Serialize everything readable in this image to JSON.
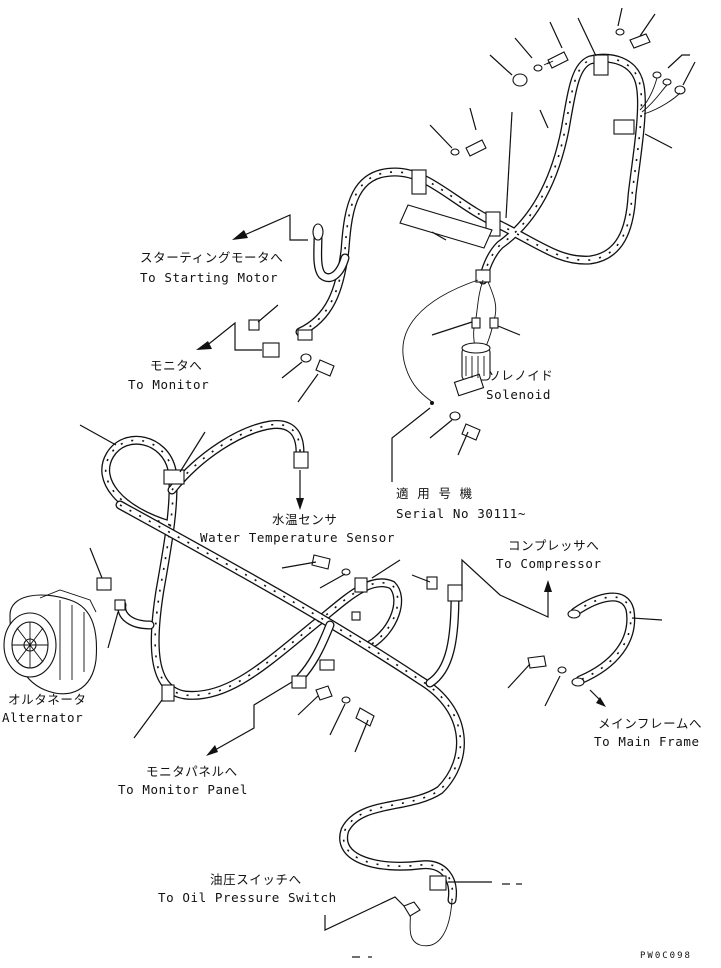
{
  "labels": {
    "starting_motor_jp": "スターティングモータへ",
    "starting_motor_en": "To Starting Motor",
    "monitor_jp": "モニタへ",
    "monitor_en": "To Monitor",
    "solenoid_jp": "ソレノイド",
    "solenoid_en": "Solenoid",
    "serial_jp": "適 用 号 機",
    "serial_en": "Serial No 30111~",
    "water_temp_jp": "水温センサ",
    "water_temp_en": "Water Temperature Sensor",
    "compressor_jp": "コンプレッサへ",
    "compressor_en": "To Compressor",
    "alternator_jp": "オルタネータ",
    "alternator_en": "Alternator",
    "main_frame_jp": "メインフレームへ",
    "main_frame_en": "To Main Frame",
    "monitor_panel_jp": "モニタパネルへ",
    "monitor_panel_en": "To Monitor Panel",
    "oil_pressure_jp": "油圧スイッチへ",
    "oil_pressure_en": "To Oil Pressure Switch",
    "drawing_code": "PW0C098"
  },
  "colors": {
    "line": "#111111",
    "background": "#ffffff"
  }
}
